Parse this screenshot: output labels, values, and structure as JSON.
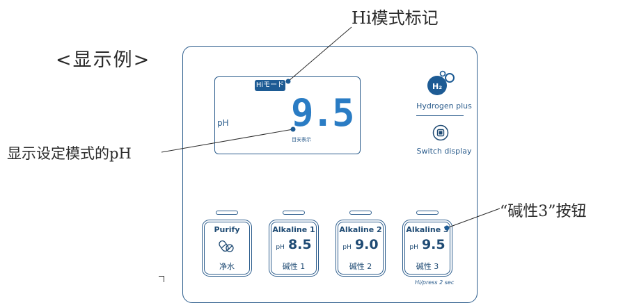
{
  "annotations": {
    "example_title": "<显示例>",
    "hi_mark_callout": "Hi模式标记",
    "ph_setting_callout": "显示设定模式的pH",
    "alk3_callout": "“碱性3”按钮"
  },
  "display": {
    "hi_badge": "Hiモード",
    "ph_label": "pH",
    "ph_value": "9.5",
    "guide_text": "目安表示"
  },
  "side_panel": {
    "hydrogen_label": "Hydrogen plus",
    "switch_label": "Switch display",
    "h2_icon_text": "H₂"
  },
  "modes": [
    {
      "name": "Purify",
      "jp": "净水",
      "icon": "pill-icon"
    },
    {
      "name": "Alkaline 1",
      "ph_prefix": "pH",
      "ph": "8.5",
      "jp": "碱性 1"
    },
    {
      "name": "Alkaline 2",
      "ph_prefix": "pH",
      "ph": "9.0",
      "jp": "碱性 2"
    },
    {
      "name": "Alkaline 3",
      "ph_prefix": "pH",
      "ph": "9.5",
      "jp": "碱性 3"
    }
  ],
  "hi_press_note": "Hi/press 2 sec",
  "colors": {
    "panel_stroke": "#2b5c8c",
    "digit_blue": "#2a7cc4",
    "badge_bg": "#1d5b94",
    "h2_icon": "#1d5b94"
  }
}
